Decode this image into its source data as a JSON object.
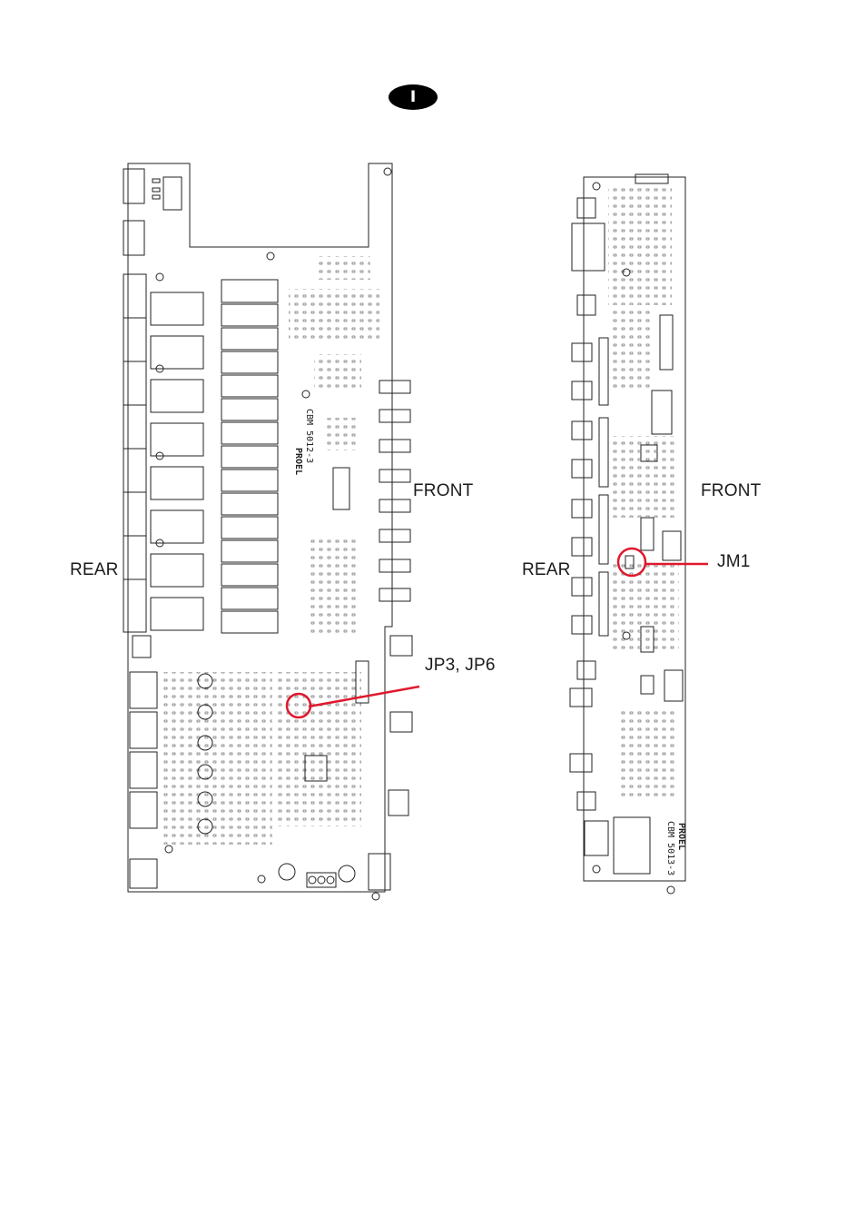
{
  "header": {
    "language_badge": "I"
  },
  "left_board": {
    "rear_label": "REAR",
    "front_label": "FRONT",
    "jumper_label": "JP3, JP6",
    "board_name": "CBM 5012-3",
    "brand": "PROEL"
  },
  "right_board": {
    "rear_label": "REAR",
    "front_label": "FRONT",
    "jumper_label": "JM1",
    "board_name": "CBM 5013-3",
    "brand": "PROEL"
  },
  "colors": {
    "highlight": "#e0182d",
    "outline": "#222222"
  }
}
